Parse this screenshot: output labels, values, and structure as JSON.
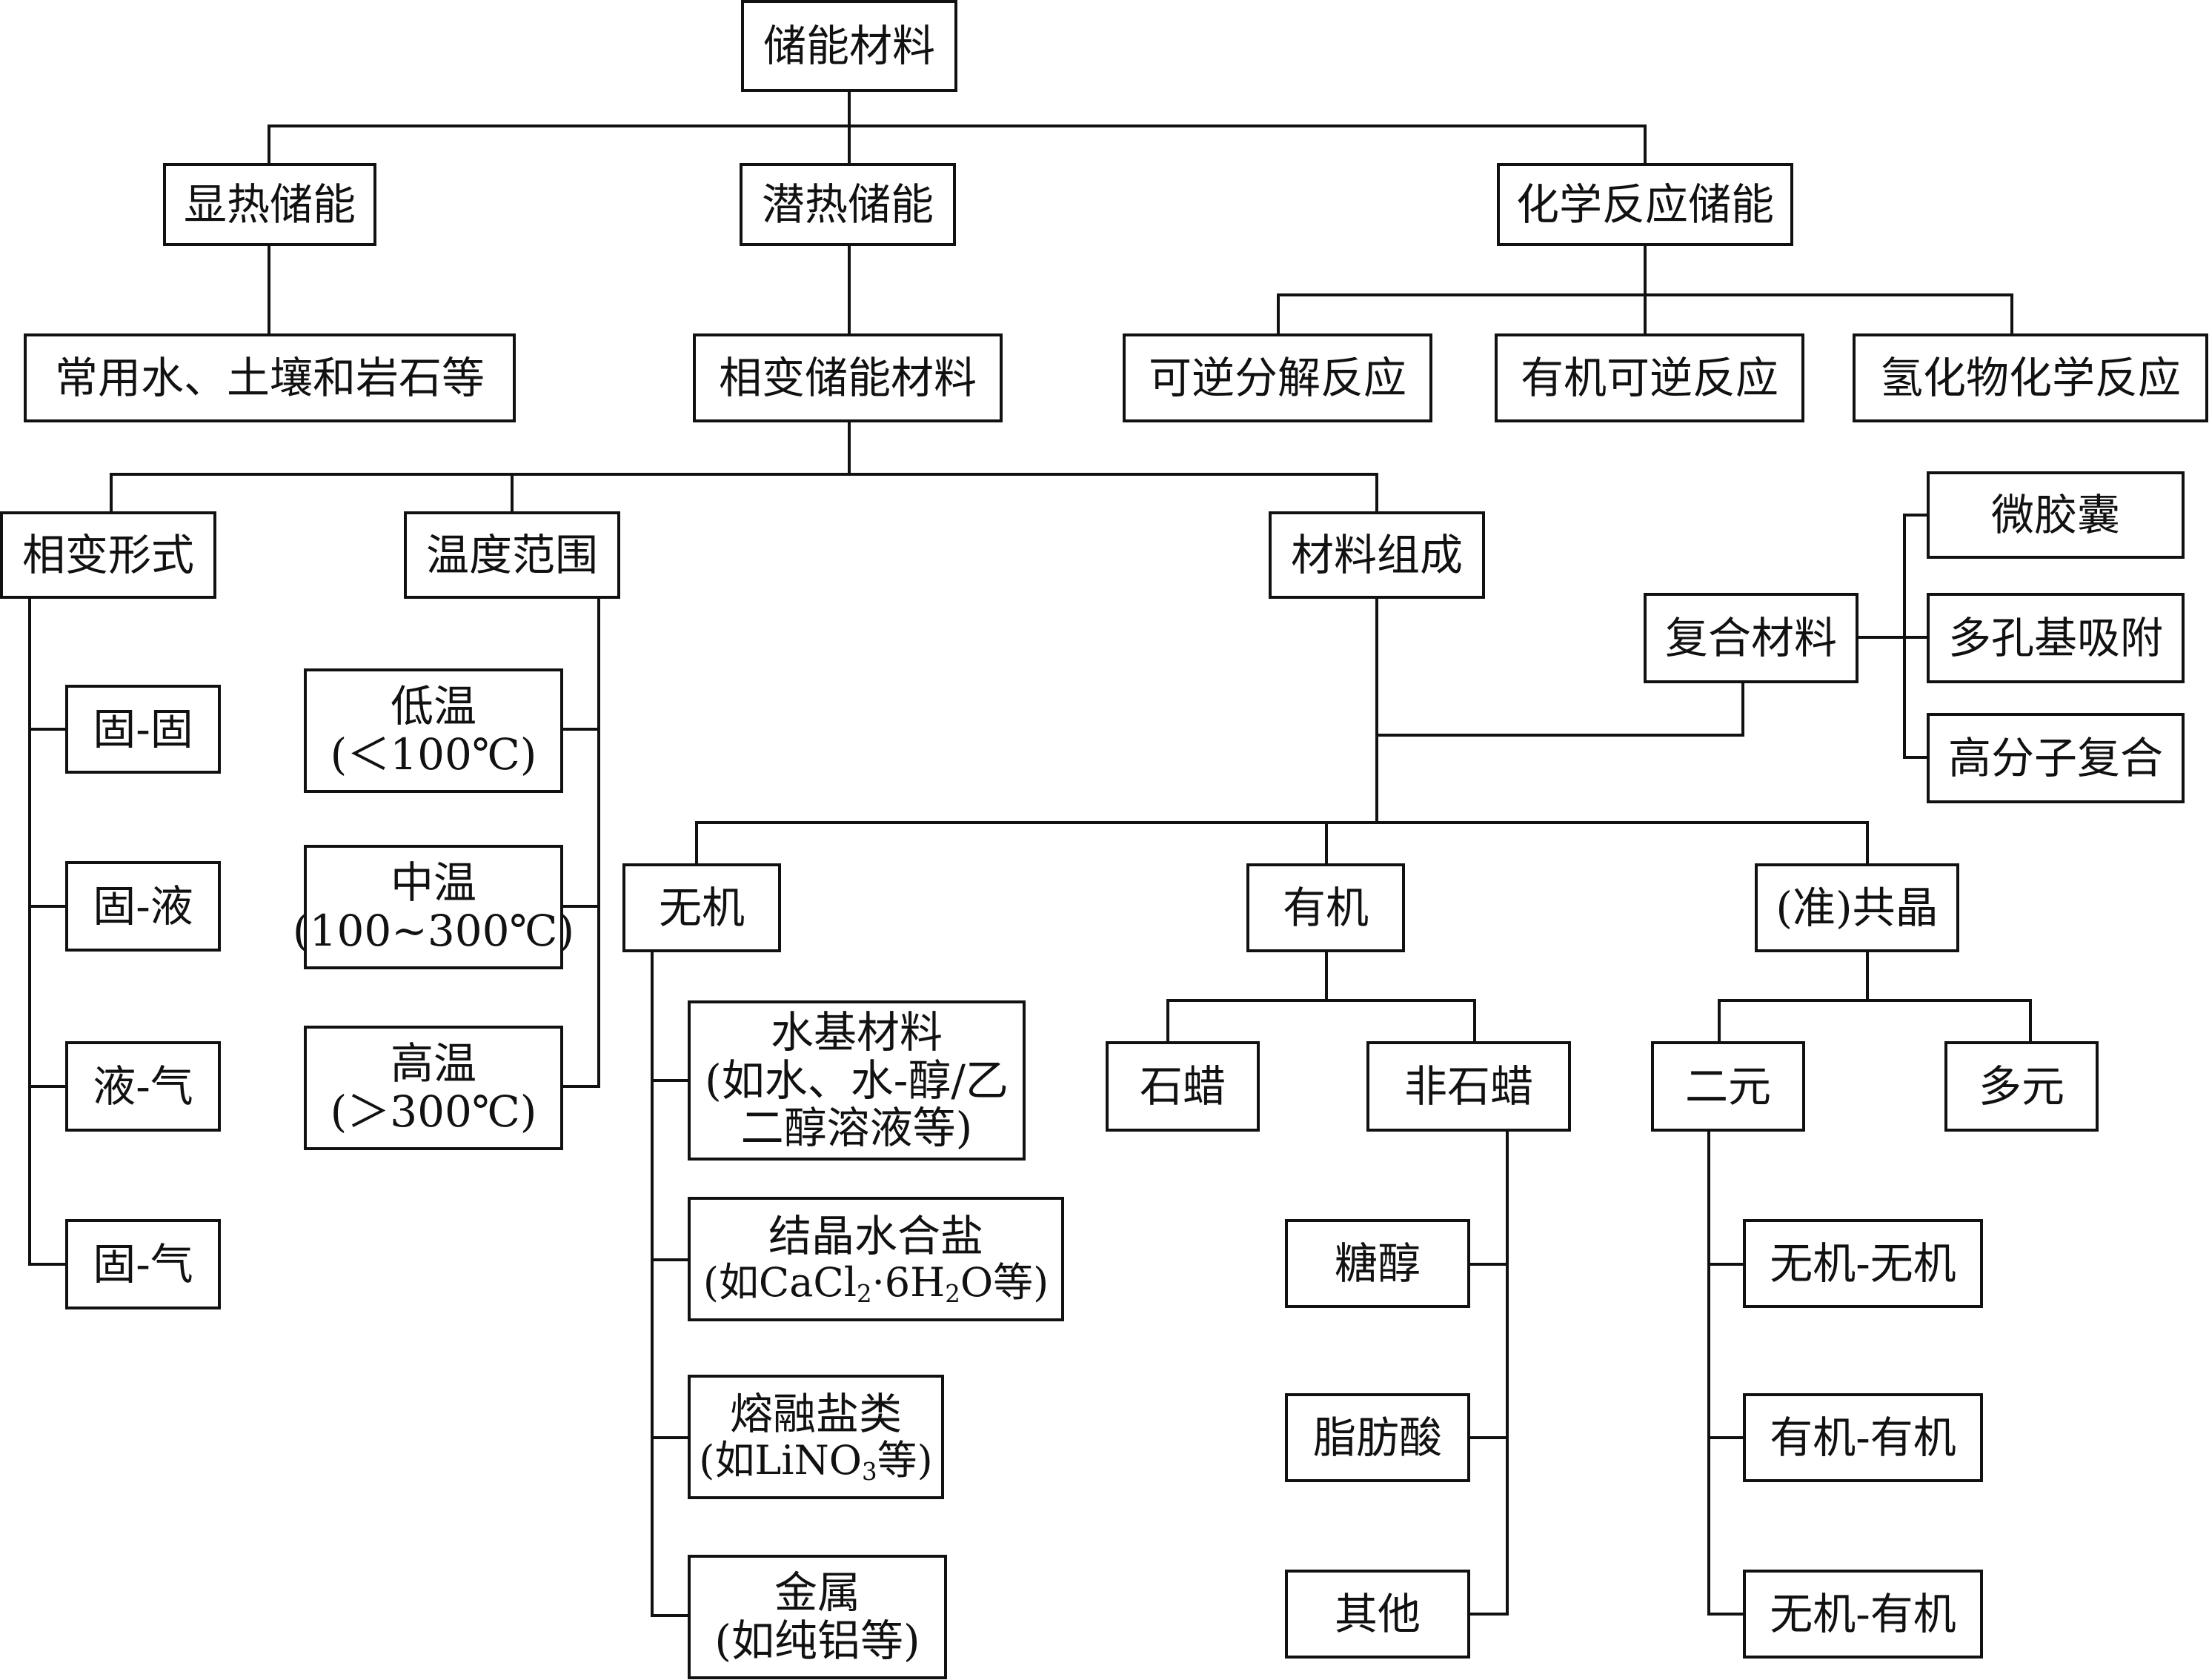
{
  "colors": {
    "line": "#111111",
    "box_border": "#111111",
    "background": "#ffffff"
  },
  "nodes": {
    "root": "储能材料",
    "sensible": "显热储能",
    "latent": "潜热储能",
    "chemical": "化学反应储能",
    "sensible_examples": "常用水、土壤和岩石等",
    "pcm": "相变储能材料",
    "reversible_decomposition": "可逆分解反应",
    "organic_reversible": "有机可逆反应",
    "hydride_reaction": "氢化物化学反应",
    "phase_form": "相变形式",
    "temp_range": "温度范围",
    "composition": "材料组成",
    "composite": "复合材料",
    "microcapsule": "微胶囊",
    "porous_adsorption": "多孔基吸附",
    "polymer_composite": "高分子复合",
    "solid_solid": "固-固",
    "solid_liquid": "固-液",
    "liquid_gas": "液-气",
    "solid_gas": "固-气",
    "low_temp": {
      "line1": "低温",
      "line2": "(＜100℃)"
    },
    "mid_temp": {
      "line1": "中温",
      "line2": "(100~300℃)"
    },
    "high_temp": {
      "line1": "高温",
      "line2": "(＞300℃)"
    },
    "inorganic": "无机",
    "organic": "有机",
    "eutectic": "(准)共晶",
    "water_based": {
      "line1": "水基材料",
      "line2": "(如水、水-醇/乙",
      "line3": "二醇溶液等)"
    },
    "hydrated_salt": {
      "line1": "结晶水合盐",
      "pre": "(如CaCl",
      "sub1": "2",
      "mid": "·6H",
      "sub2": "2",
      "post": "O等)"
    },
    "molten_salt": {
      "line1": "熔融盐类",
      "pre": "(如LiNO",
      "sub": "3",
      "post": "等)"
    },
    "metal": {
      "line1": "金属",
      "line2": "(如纯铝等)"
    },
    "paraffin": "石蜡",
    "non_paraffin": "非石蜡",
    "sugar_alcohol": "糖醇",
    "fatty_acid": "脂肪酸",
    "others": "其他",
    "binary": "二元",
    "multi": "多元",
    "inorganic_inorganic": "无机-无机",
    "organic_organic": "有机-有机",
    "inorganic_organic": "无机-有机"
  }
}
